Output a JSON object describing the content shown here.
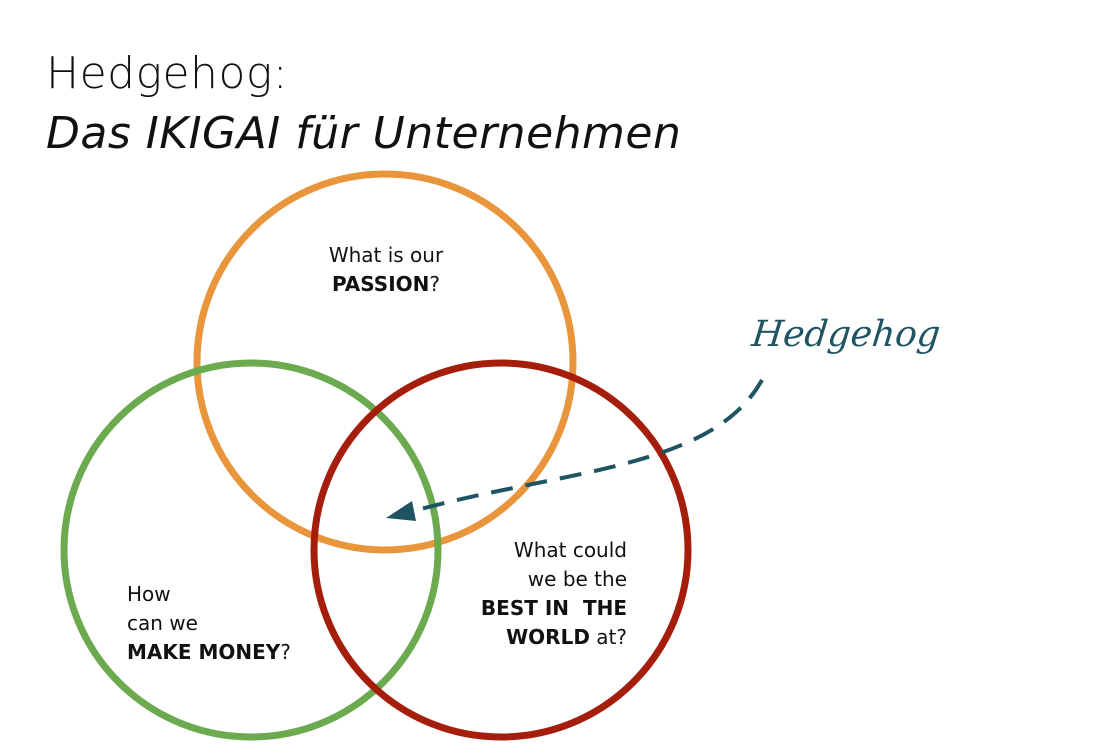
{
  "title": {
    "line1": "Hedgehog:",
    "line2": "Das IKIGAI für Unternehmen"
  },
  "circles": {
    "passion": {
      "color": "#E8953B",
      "text_line1": "What is our",
      "text_bold": "PASSION",
      "text_suffix": "?"
    },
    "money": {
      "color": "#6BAA4F",
      "text_line1": "How",
      "text_line2": "can we",
      "text_bold": "MAKE MONEY",
      "text_suffix": "?"
    },
    "best": {
      "color": "#A51E0C",
      "text_line1": "What could",
      "text_line2": "we be the",
      "text_bold1": "BEST IN  THE",
      "text_bold2": "WORLD",
      "text_suffix": " at?"
    }
  },
  "pointer": {
    "label": "Hedgehog",
    "color": "#1F5563"
  }
}
